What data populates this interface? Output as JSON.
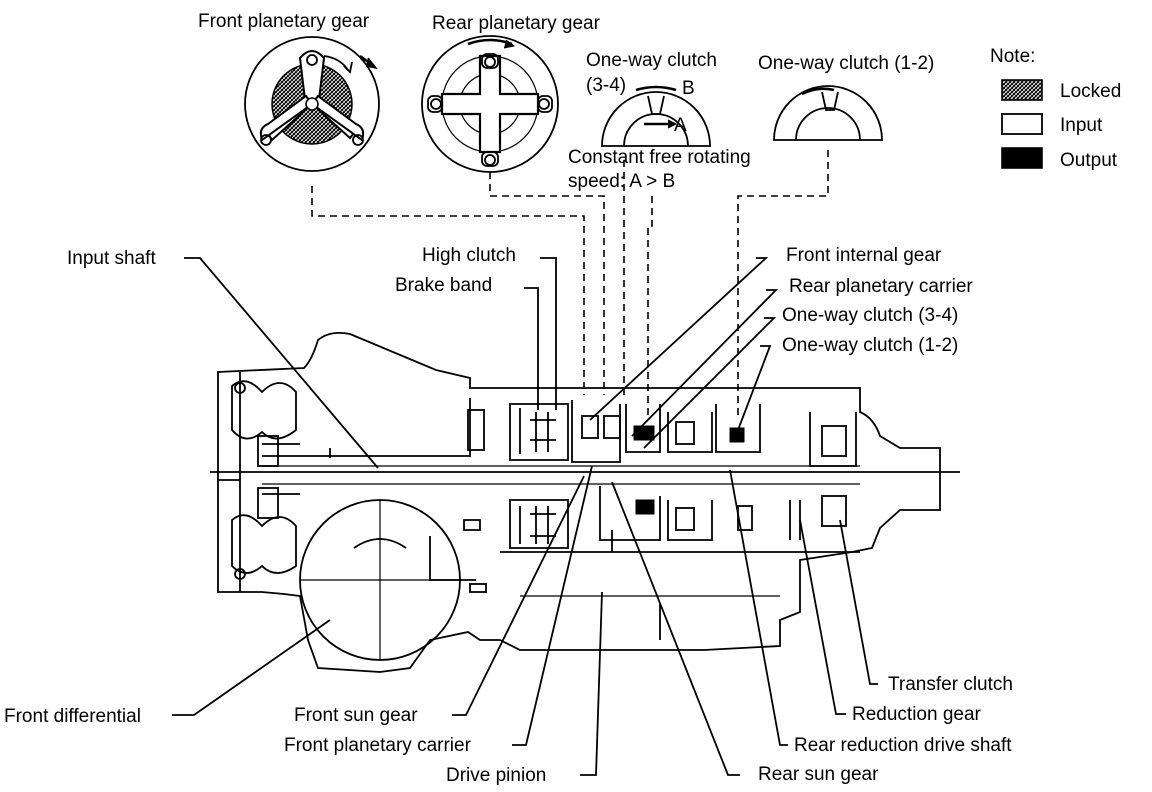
{
  "gear_views": {
    "front_planetary_gear": "Front planetary gear",
    "rear_planetary_gear": "Rear planetary gear",
    "one_way_clutch_34_line1": "One-way clutch",
    "one_way_clutch_34_line2": "(3-4)",
    "one_way_clutch_12": "One-way clutch (1-2)",
    "marker_a": "A",
    "marker_b": "B",
    "constant_line1": "Constant free rotating",
    "constant_line2": "speed:  A > B"
  },
  "legend": {
    "title": "Note:",
    "items": [
      {
        "label": "Locked",
        "fill": "#808080",
        "pattern": "hatched"
      },
      {
        "label": "Input",
        "fill": "#ffffff",
        "pattern": "open"
      },
      {
        "label": "Output",
        "fill": "#000000",
        "pattern": "solid"
      }
    ]
  },
  "callouts": {
    "input_shaft": "Input shaft",
    "high_clutch": "High clutch",
    "brake_band": "Brake band",
    "front_internal_gear": "Front internal gear",
    "rear_planetary_carrier": "Rear planetary carrier",
    "one_way_clutch_34": "One-way clutch (3-4)",
    "one_way_clutch_12": "One-way clutch (1-2)",
    "front_differential": "Front differential",
    "front_sun_gear": "Front sun gear",
    "front_planetary_carrier": "Front planetary carrier",
    "drive_pinion": "Drive pinion",
    "rear_sun_gear": "Rear sun gear",
    "rear_reduction_drive_shaft": "Rear reduction drive shaft",
    "reduction_gear": "Reduction gear",
    "transfer_clutch": "Transfer clutch"
  }
}
